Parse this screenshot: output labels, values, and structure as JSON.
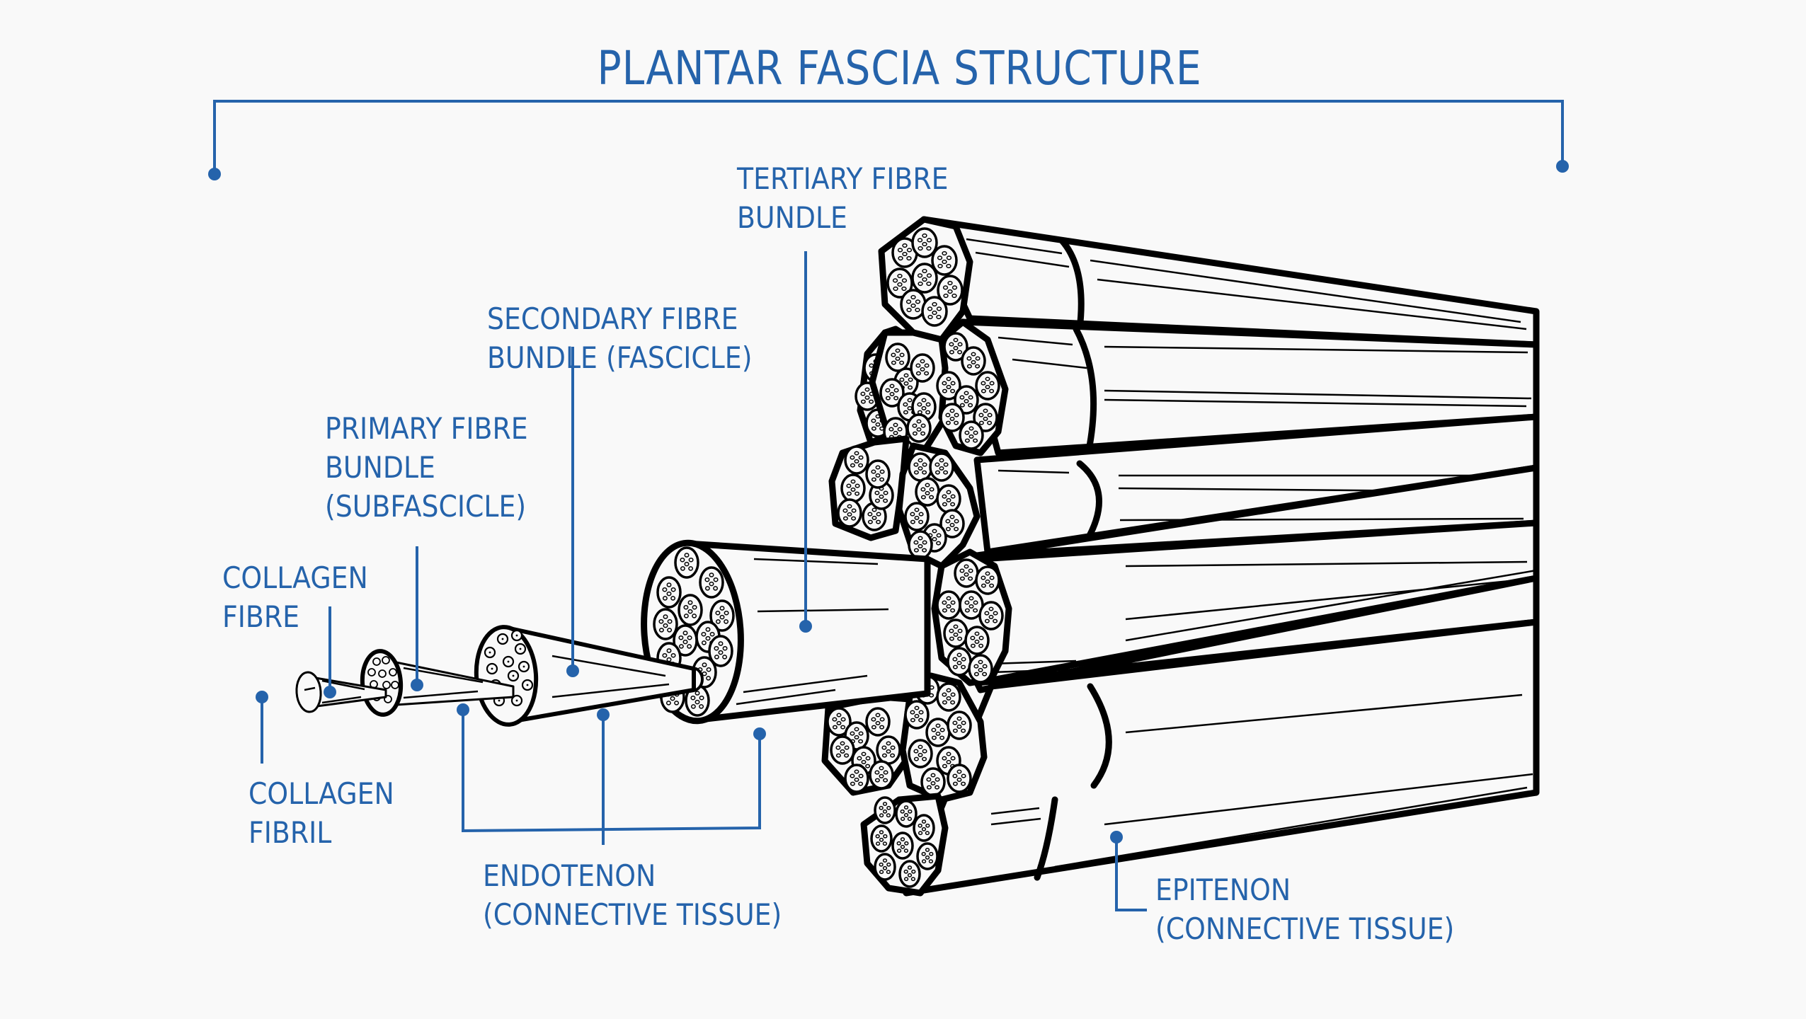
{
  "title": "PLANTAR FASCIA STRUCTURE",
  "colors": {
    "accent": "#2563ab",
    "ink": "#000000",
    "background": "#f9f9f9"
  },
  "labels": {
    "tertiary": {
      "line1": "TERTIARY FIBRE",
      "line2": "BUNDLE"
    },
    "secondary": {
      "line1": "SECONDARY FIBRE",
      "line2": "BUNDLE (FASCICLE)"
    },
    "primary": {
      "line1": "PRIMARY FIBRE",
      "line2": "BUNDLE",
      "line3": "(SUBFASCICLE)"
    },
    "collagen_fibre": {
      "line1": "COLLAGEN",
      "line2": "FIBRE"
    },
    "collagen_fibril": {
      "line1": "COLLAGEN",
      "line2": "FIBRIL"
    },
    "endotenon": {
      "line1": "ENDOTENON",
      "line2": "(CONNECTIVE TISSUE)"
    },
    "epitenon": {
      "line1": "EPITENON",
      "line2": "(CONNECTIVE TISSUE)"
    }
  }
}
